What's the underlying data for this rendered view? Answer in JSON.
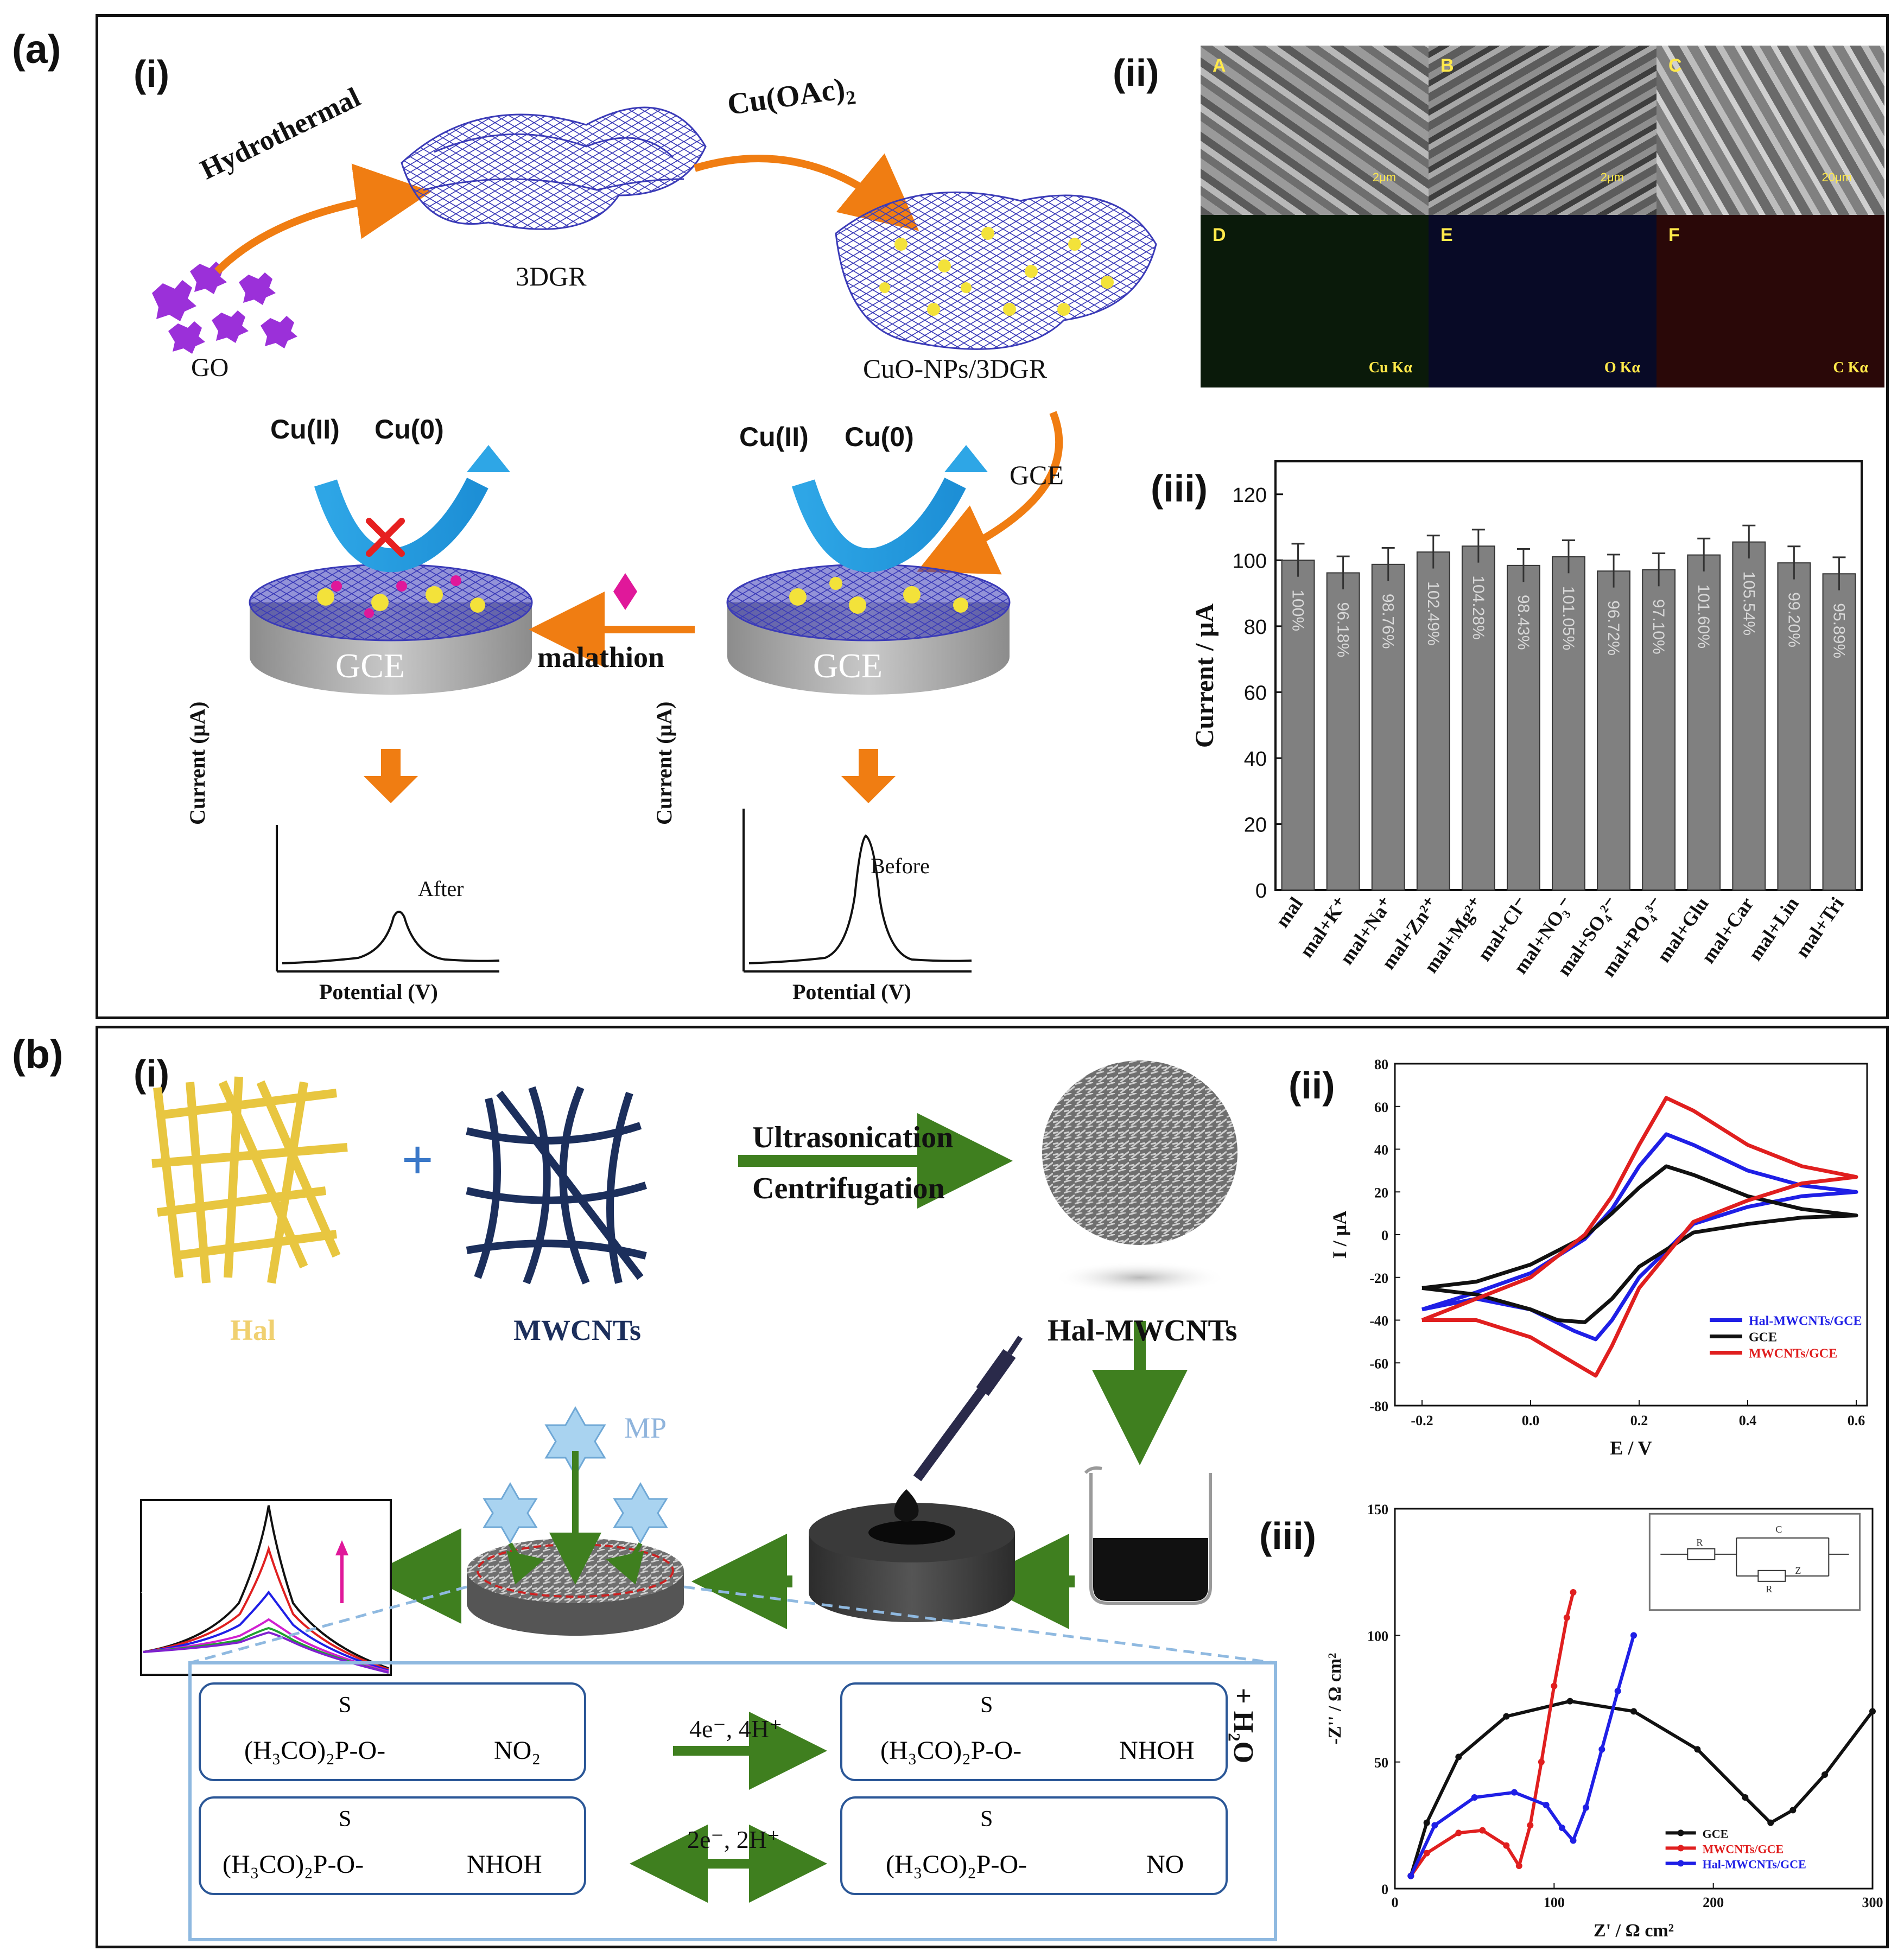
{
  "panel_a": {
    "label": "(a)",
    "sub_i": "(i)",
    "sub_ii": "(ii)",
    "sub_iii": "(iii)",
    "hydrothermal": "Hydrothermal",
    "cu_oac": "Cu(OAc)",
    "cu_oac_sub": "2",
    "go": "GO",
    "threedgr": "3DGR",
    "cuo_np": "CuO-NPs/3DGR",
    "cu_ii": "Cu(II)",
    "cu_0": "Cu(0)",
    "gce": "GCE",
    "malathion": "malathion",
    "current_axis": "Current (μA)",
    "potential_axis": "Potential (V)",
    "after": "After",
    "before": "Before",
    "sem": [
      {
        "letter": "A",
        "scale": "2μm",
        "element": ""
      },
      {
        "letter": "B",
        "scale": "2μm",
        "element": ""
      },
      {
        "letter": "C",
        "scale": "20μm",
        "element": ""
      },
      {
        "letter": "D",
        "scale": "",
        "element": "Cu Kα"
      },
      {
        "letter": "E",
        "scale": "",
        "element": "O Kα"
      },
      {
        "letter": "F",
        "scale": "",
        "element": "C Kα"
      }
    ]
  },
  "panel_b": {
    "label": "(b)",
    "sub_i": "(i)",
    "sub_ii": "(ii)",
    "sub_iii": "(iii)",
    "hal": "Hal",
    "mwcnts": "MWCNTs",
    "plus": "+",
    "ultrasonication": "Ultrasonication",
    "centrifugation": "Centrifugation",
    "hal_mwcnts": "Hal-MWCNTs",
    "mp": "MP",
    "rxn1": "4e⁻, 4H⁺",
    "rxn2": "2e⁻, 2H⁺",
    "nitro": "NO₂",
    "nhoh": "NHOH",
    "no": "NO",
    "ester": "(H₃CO)₂P-O-",
    "sulfur": "S",
    "water": "+ H₂O",
    "circuit_rs": "R",
    "circuit_cdl": "C",
    "circuit_rct": "R",
    "circuit_zw": "Z"
  },
  "chart_data": [
    {
      "type": "bar",
      "title": "",
      "xlabel": "",
      "ylabel": "Current / μA",
      "ylim": [
        0,
        130
      ],
      "yticks": [
        0,
        20,
        40,
        60,
        80,
        100,
        120
      ],
      "categories": [
        "mal",
        "mal+K⁺",
        "mal+Na⁺",
        "mal+Zn²⁺",
        "mal+Mg²⁺",
        "mal+Cl⁻",
        "mal+NO₃⁻",
        "mal+SO₄²⁻",
        "mal+PO₄³⁻",
        "mal+Glu",
        "mal+Car",
        "mal+Lin",
        "mal+Tri"
      ],
      "values": [
        100,
        96.18,
        98.76,
        102.49,
        104.28,
        98.43,
        101.05,
        96.72,
        97.1,
        101.6,
        105.54,
        99.2,
        95.89
      ],
      "errors": [
        5,
        5,
        5,
        5,
        5,
        5,
        5,
        5,
        5,
        5,
        5,
        5,
        5
      ],
      "bar_labels": [
        "100%",
        "96.18%",
        "98.76%",
        "102.49%",
        "104.28%",
        "98.43%",
        "101.05%",
        "96.72%",
        "97.10%",
        "101.60%",
        "105.54%",
        "99.20%",
        "95.89%"
      ],
      "color": "#808080",
      "grid": false
    },
    {
      "type": "line",
      "title": "",
      "xlabel": "E / V",
      "ylabel": "I / μA",
      "xlim": [
        -0.25,
        0.62
      ],
      "ylim": [
        -80,
        80
      ],
      "xticks": [
        -0.2,
        0.0,
        0.2,
        0.4,
        0.6
      ],
      "xtick_labels": [
        "-0.2",
        "0.0",
        "0.2",
        "0.4",
        "0.6"
      ],
      "yticks": [
        -80,
        -60,
        -40,
        -20,
        0,
        20,
        40,
        60,
        80
      ],
      "legend": "bottom-right",
      "series": [
        {
          "name": "Hal-MWCNTs/GCE",
          "color": "#1f1fe6",
          "forward": [
            [
              -0.2,
              -35
            ],
            [
              -0.1,
              -27
            ],
            [
              0.0,
              -18
            ],
            [
              0.1,
              -2
            ],
            [
              0.15,
              12
            ],
            [
              0.2,
              32
            ],
            [
              0.25,
              47
            ],
            [
              0.3,
              42
            ],
            [
              0.4,
              30
            ],
            [
              0.5,
              23
            ],
            [
              0.6,
              20
            ]
          ],
          "reverse": [
            [
              0.6,
              20
            ],
            [
              0.5,
              18
            ],
            [
              0.4,
              13
            ],
            [
              0.3,
              5
            ],
            [
              0.2,
              -20
            ],
            [
              0.15,
              -40
            ],
            [
              0.12,
              -49
            ],
            [
              0.08,
              -45
            ],
            [
              0.0,
              -35
            ],
            [
              -0.1,
              -30
            ],
            [
              -0.2,
              -35
            ]
          ]
        },
        {
          "name": "GCE",
          "color": "#111111",
          "forward": [
            [
              -0.2,
              -25
            ],
            [
              -0.1,
              -22
            ],
            [
              0.0,
              -14
            ],
            [
              0.1,
              -1
            ],
            [
              0.15,
              10
            ],
            [
              0.2,
              22
            ],
            [
              0.25,
              32
            ],
            [
              0.3,
              28
            ],
            [
              0.4,
              18
            ],
            [
              0.5,
              12
            ],
            [
              0.6,
              9
            ]
          ],
          "reverse": [
            [
              0.6,
              9
            ],
            [
              0.5,
              8
            ],
            [
              0.4,
              5
            ],
            [
              0.3,
              1
            ],
            [
              0.2,
              -15
            ],
            [
              0.15,
              -30
            ],
            [
              0.1,
              -41
            ],
            [
              0.05,
              -40
            ],
            [
              0.0,
              -35
            ],
            [
              -0.1,
              -28
            ],
            [
              -0.2,
              -25
            ]
          ]
        },
        {
          "name": "MWCNTs/GCE",
          "color": "#e01f1f",
          "forward": [
            [
              -0.2,
              -40
            ],
            [
              -0.1,
              -30
            ],
            [
              0.0,
              -20
            ],
            [
              0.1,
              0
            ],
            [
              0.15,
              18
            ],
            [
              0.2,
              42
            ],
            [
              0.25,
              64
            ],
            [
              0.3,
              58
            ],
            [
              0.4,
              42
            ],
            [
              0.5,
              32
            ],
            [
              0.6,
              27
            ]
          ],
          "reverse": [
            [
              0.6,
              27
            ],
            [
              0.5,
              24
            ],
            [
              0.4,
              16
            ],
            [
              0.3,
              6
            ],
            [
              0.2,
              -25
            ],
            [
              0.15,
              -52
            ],
            [
              0.12,
              -66
            ],
            [
              0.08,
              -60
            ],
            [
              0.0,
              -48
            ],
            [
              -0.1,
              -40
            ],
            [
              -0.2,
              -40
            ]
          ]
        }
      ]
    },
    {
      "type": "line",
      "title": "",
      "xlabel": "Z' / Ω cm²",
      "ylabel": "-Z'' / Ω cm²",
      "xlim": [
        0,
        300
      ],
      "ylim": [
        0,
        150
      ],
      "xticks": [
        0,
        100,
        200,
        300
      ],
      "yticks": [
        0,
        50,
        100,
        150
      ],
      "legend": "bottom-right",
      "series": [
        {
          "name": "GCE",
          "color": "#111111",
          "points": [
            [
              10,
              5
            ],
            [
              20,
              26
            ],
            [
              40,
              52
            ],
            [
              70,
              68
            ],
            [
              110,
              74
            ],
            [
              150,
              70
            ],
            [
              190,
              55
            ],
            [
              220,
              36
            ],
            [
              236,
              26
            ],
            [
              250,
              31
            ],
            [
              270,
              45
            ],
            [
              300,
              70
            ]
          ]
        },
        {
          "name": "MWCNTs/GCE",
          "color": "#e01f1f",
          "points": [
            [
              10,
              5
            ],
            [
              20,
              14
            ],
            [
              40,
              22
            ],
            [
              55,
              23
            ],
            [
              70,
              17
            ],
            [
              78,
              9
            ],
            [
              85,
              25
            ],
            [
              92,
              50
            ],
            [
              100,
              80
            ],
            [
              108,
              107
            ],
            [
              112,
              117
            ]
          ]
        },
        {
          "name": "Hal-MWCNTs/GCE",
          "color": "#1f1fe6",
          "points": [
            [
              10,
              5
            ],
            [
              25,
              25
            ],
            [
              50,
              36
            ],
            [
              75,
              38
            ],
            [
              95,
              33
            ],
            [
              105,
              24
            ],
            [
              112,
              19
            ],
            [
              120,
              32
            ],
            [
              130,
              55
            ],
            [
              140,
              78
            ],
            [
              150,
              100
            ]
          ]
        }
      ]
    }
  ]
}
